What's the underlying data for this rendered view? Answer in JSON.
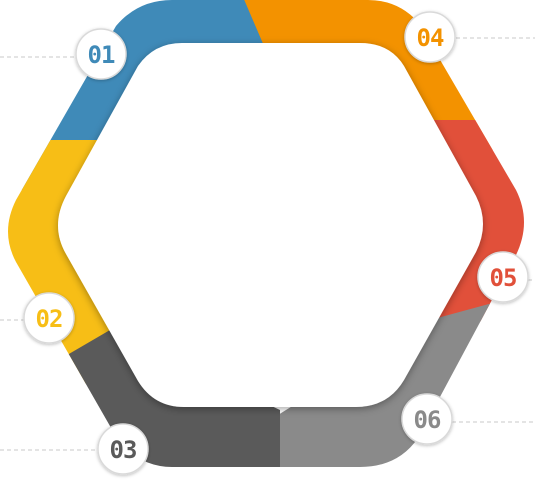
{
  "diagram": {
    "segments": [
      {
        "id": "01",
        "label": "01",
        "color": "#3f8ab8"
      },
      {
        "id": "02",
        "label": "02",
        "color": "#f7be16"
      },
      {
        "id": "03",
        "label": "03",
        "color": "#5a5a5a"
      },
      {
        "id": "04",
        "label": "04",
        "color": "#f39200"
      },
      {
        "id": "05",
        "label": "05",
        "color": "#e1503a"
      },
      {
        "id": "06",
        "label": "06",
        "color": "#8a8a8a"
      }
    ],
    "connector_color": "#c8c8c8",
    "badge_border_color": "#d9d9d9"
  }
}
